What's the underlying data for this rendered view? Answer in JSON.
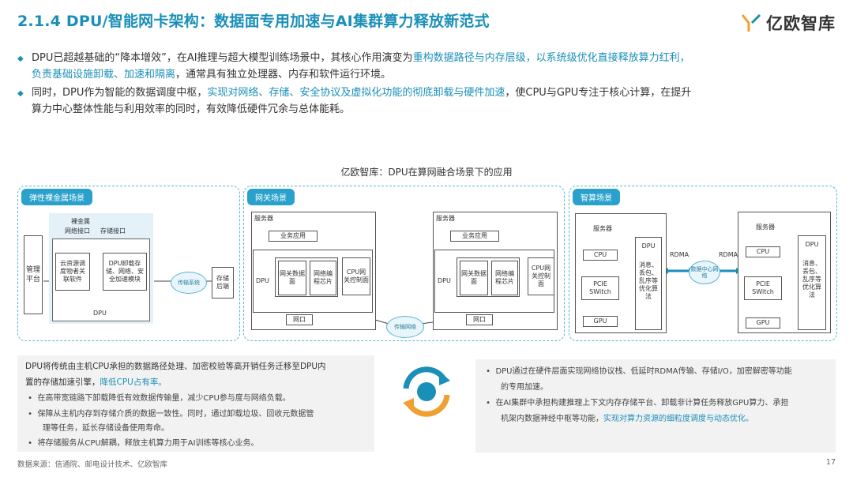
{
  "header": {
    "title": "2.1.4 DPU/智能网卡架构：数据面专用加速与AI集群算力释放新范式",
    "logo": "亿欧智库"
  },
  "bullets": [
    {
      "pre": "DPU已超越基础的“降本增效”，在AI推理与超大模型训练场景中，其核心作用演变为",
      "hl": "重构数据路径与内存层级，以系统级优化直接释放算力红利，",
      "line2_hl": "负责基础设施卸载、加速和隔离",
      "line2_post": "，通常具有独立处理器、内存和软件运行环境。"
    },
    {
      "pre": "同时，DPU作为智能的数据调度中枢，",
      "hl": "实现对网络、存储、安全协议及虚拟化功能的彻底卸载与硬件加速",
      "post": "，使CPU与GPU专注于核心计算，在提升",
      "line2": "算力中心整体性能与利用效率的同时，有效降低硬件冗余与总体能耗。"
    }
  ],
  "diagram": {
    "title": "亿欧智库：DPU在算网融合场景下的应用",
    "panel1": {
      "tag": "弹性裸金属场景",
      "mgmt": "管理平台",
      "ifaces": [
        "裸金属",
        "网络接口",
        "存储接口"
      ],
      "cloud": "云资源调度物者关联软件",
      "offload": "DPU卸载存储、网络、安全加速模块",
      "dpu": "DPU",
      "net": "传输系统",
      "storage": "存储后端"
    },
    "panel2": {
      "tag": "网关场景",
      "left": {
        "server": "服务器",
        "app": "业务应用",
        "dpu": "DPU",
        "gw": "网关数据面",
        "chip": "网络编程芯片",
        "cpu": "CPU网关控制面",
        "port": "网口"
      },
      "right": {
        "server": "服务器",
        "app": "业务应用",
        "dpu": "DPU",
        "gw": "网关数据面",
        "chip": "网络编程芯片",
        "cpu": "CPU网关控制面",
        "port": "网口"
      },
      "net": "传输网络"
    },
    "panel3": {
      "tag": "智算场景",
      "left": {
        "server": "服务器",
        "cpu": "CPU",
        "switch": "PCIE SWitch",
        "gpu": "GPU",
        "dpu": "DPU",
        "dpu_desc": "消息、丢包、乱序等优化算法"
      },
      "right": {
        "server": "服务器",
        "cpu": "CPU",
        "switch": "PCIE SWitch",
        "gpu": "GPU",
        "dpu": "DPU",
        "dpu_desc": "消息、丢包、乱序等优化算法"
      },
      "rdma_left": "RDMA",
      "rdma_right": "RDMA",
      "dc": "数据中心网络"
    }
  },
  "card_left": {
    "line1": "DPU将传统由主机CPU承担的数据路径处理、加密校验等高开销任务迁移至DPU内",
    "line2_pre": "置的存储加速引擎，",
    "line2_hl": "降低CPU占有率。",
    "items": [
      "在高带宽链路下卸载降低有效数据传输量，减少CPU参与度与网络负载。",
      "保障从主机内存到存储介质的数据一致性。同时，通过卸载垃圾、回收元数据管",
      "理等任务，延长存储设备使用寿命。",
      "将存储服务从CPU解耦，释放主机算力用于AI训练等核心业务。"
    ]
  },
  "card_right": {
    "line1": "DPU通过在硬件层面实现网络协议栈、低延时RDMA传输、存储I/O，加密解密等功能",
    "line2": "的专用加速。",
    "item1": "在AI集群中承担构建推理上下文内存存储平台、卸载非计算任务释放GPU算力、承担",
    "item2_pre": "机架内数据神经中枢等功能，",
    "item2_hl": "实现对算力资源的细粒度调度与动态优化。"
  },
  "footer": {
    "source": "数据来源：信通院、邮电设计技术、亿欧智库",
    "page": "17"
  },
  "colors": {
    "accent": "#1a8fb8",
    "tag": "#2aa1cc",
    "orange": "#f0a030"
  }
}
